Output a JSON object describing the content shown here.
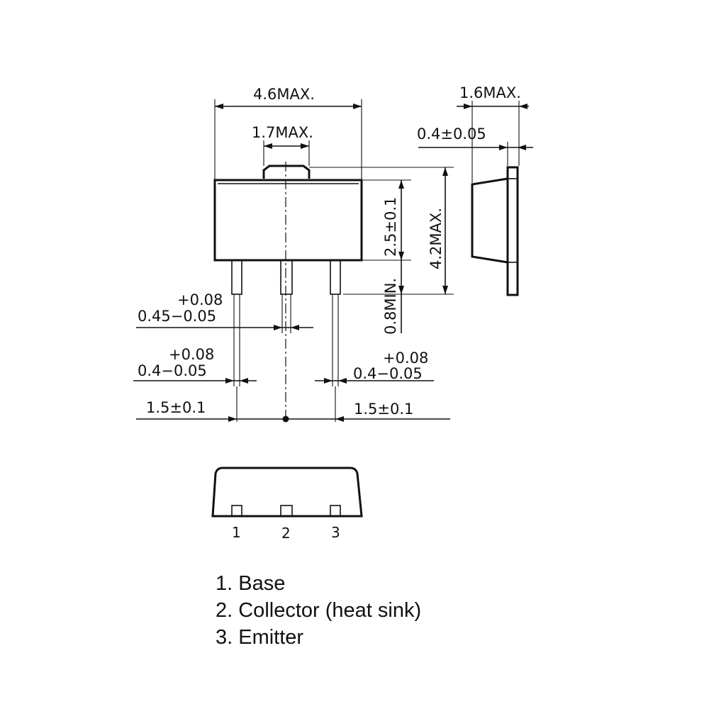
{
  "dimensions": {
    "width_max": "4.6MAX.",
    "tab_width_max": "1.7MAX.",
    "thickness_max": "1.6MAX.",
    "tab_thickness": "0.4±0.05",
    "body_height": "2.5±0.1",
    "total_height_max": "4.2MAX.",
    "lead_length_min": "0.8MIN.",
    "center_lead_tol_plus": "+0.08",
    "center_lead_width": "0.45−0.05",
    "left_lead_tol_plus": "+0.08",
    "left_lead_width": "0.4−0.05",
    "right_lead_tol_plus": "+0.08",
    "right_lead_width": "0.4−0.05",
    "pitch_left": "1.5±0.1",
    "pitch_right": "1.5±0.1"
  },
  "pins": [
    "1",
    "2",
    "3"
  ],
  "legend": [
    "1. Base",
    "2. Collector (heat sink)",
    "3. Emitter"
  ]
}
